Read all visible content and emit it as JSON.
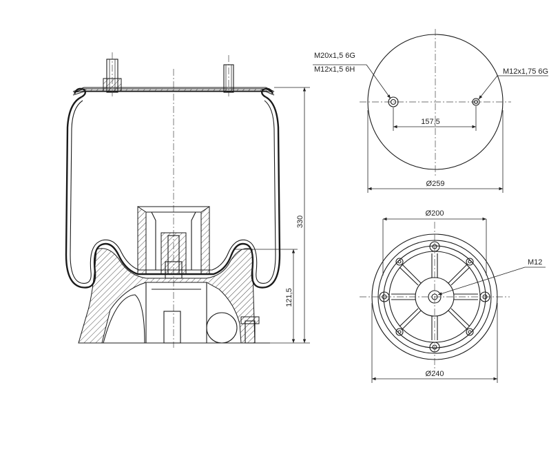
{
  "dimensions": {
    "height_total": "330",
    "height_piston": "121,5",
    "top_plate_diameter": "Ø259",
    "bolt_spacing": "157,5",
    "piston_diameter": "Ø240",
    "piston_top_diameter": "Ø200"
  },
  "threads": {
    "left_stud_primary": "M20x1,5 6G",
    "left_stud_secondary": "M12x1,5 6H",
    "right_stud": "M12x1,75 6G",
    "bottom_center": "M12"
  },
  "colors": {
    "line": "#1a1a1a",
    "background": "#ffffff"
  }
}
